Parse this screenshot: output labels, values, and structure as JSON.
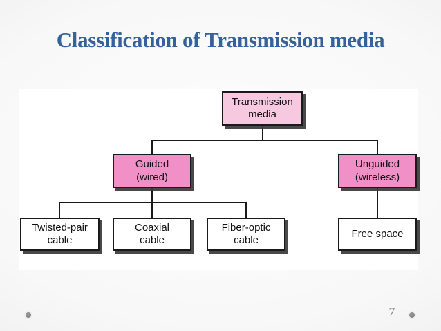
{
  "slide": {
    "title": "Classification of Transmission media",
    "page_number": "7"
  },
  "diagram": {
    "nodes": {
      "root": "Transmission\nmedia",
      "guided": "Guided\n(wired)",
      "unguided": "Unguided\n(wireless)",
      "twisted_pair": "Twisted-pair\ncable",
      "coaxial": "Coaxial\ncable",
      "fiber_optic": "Fiber-optic\ncable",
      "free_space": "Free space"
    },
    "colors": {
      "root_fill": "#f7c9e1",
      "branch_fill": "#f18fc7",
      "leaf_fill": "#ffffff",
      "line": "#1a1a1a",
      "title_text": "#35619c",
      "page_number_text": "#6e6e6e"
    }
  }
}
